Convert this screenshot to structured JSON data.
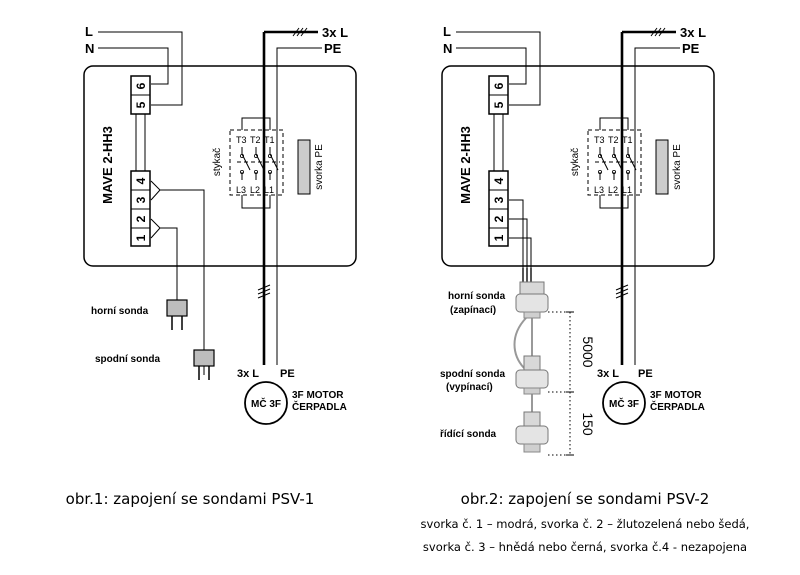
{
  "diagrams": [
    {
      "line_L": "L",
      "line_N": "N",
      "three_phase": "3x L",
      "pe": "PE",
      "device_name": "MAVE 2-HH3",
      "terminals": [
        "6",
        "5",
        "4",
        "3",
        "2",
        "1"
      ],
      "contactor_top": [
        "T3",
        "T2",
        "T1"
      ],
      "contactor_bottom": [
        "L3",
        "L2",
        "L1"
      ],
      "contactor_label": "stykač",
      "pe_terminal_label": "svorka PE",
      "motor_supply": "3x L",
      "motor_pe": "PE",
      "motor_label": "MČ 3F",
      "motor_title_line1": "3F MOTOR",
      "motor_title_line2": "ČERPADLA"
    },
    {
      "line_L": "L",
      "line_N": "N",
      "three_phase": "3x L",
      "pe": "PE",
      "device_name": "MAVE 2-HH3",
      "terminals": [
        "6",
        "5",
        "4",
        "3",
        "2",
        "1"
      ],
      "contactor_top": [
        "T3",
        "T2",
        "T1"
      ],
      "contactor_bottom": [
        "L3",
        "L2",
        "L1"
      ],
      "contactor_label": "stykač",
      "pe_terminal_label": "svorka PE",
      "motor_supply": "3x L",
      "motor_pe": "PE",
      "motor_label": "MČ 3F",
      "motor_title_line1": "3F MOTOR",
      "motor_title_line2": "ČERPADLA"
    }
  ],
  "fig1": {
    "probe_upper": "horní sonda",
    "probe_lower": "spodní sonda",
    "caption": "obr.1: zapojení se sondami PSV-1"
  },
  "fig2": {
    "probe_upper_line1": "horní sonda",
    "probe_upper_line2": "(zapínací)",
    "probe_lower_line1": "spodní sonda",
    "probe_lower_line2": "(vypínací)",
    "probe_control": "řídící sonda",
    "dim_upper": "5000",
    "dim_lower": "150",
    "caption": "obr.2: zapojení se sondami PSV-2",
    "note_line1": "svorka č. 1 – modrá, svorka č. 2 – žlutozelená nebo šedá,",
    "note_line2": "svorka č. 3 – hnědá nebo černá, svorka č.4 - nezapojena"
  }
}
